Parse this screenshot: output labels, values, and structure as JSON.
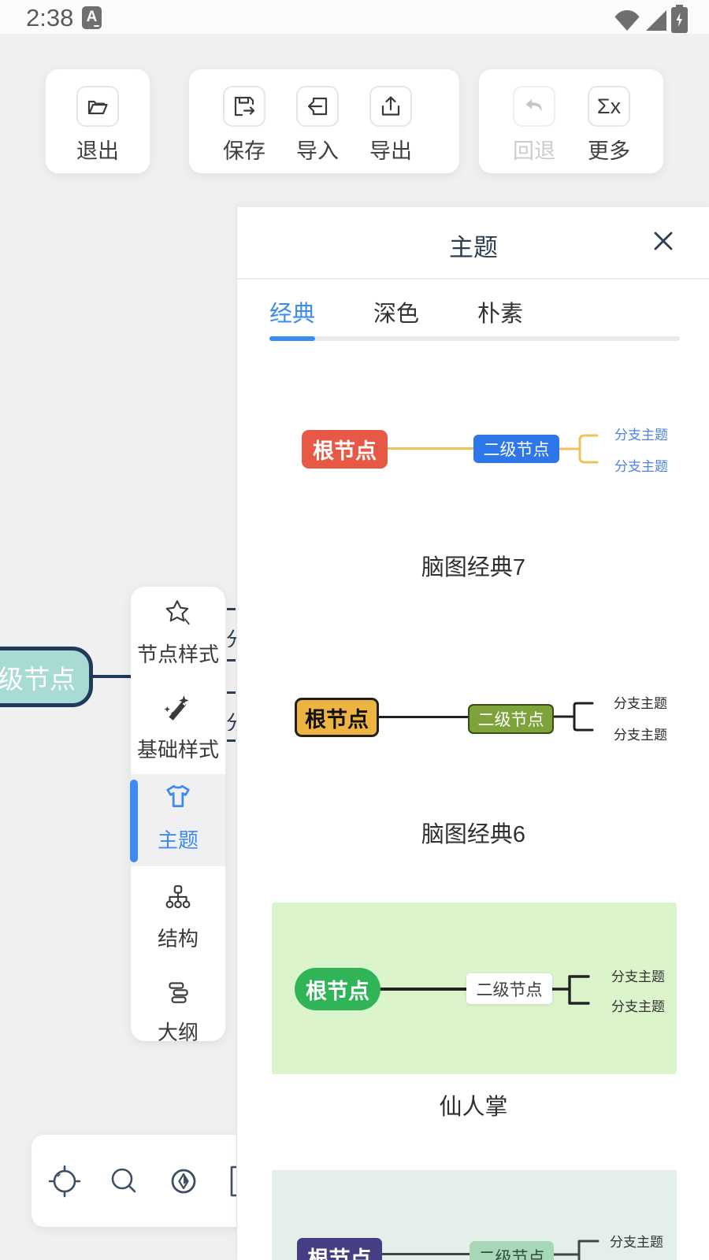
{
  "status_bar": {
    "time": "2:38",
    "app_badge": "A"
  },
  "top_toolbar": {
    "exit": {
      "label": "退出"
    },
    "save": {
      "label": "保存"
    },
    "import": {
      "label": "导入"
    },
    "export": {
      "label": "导出"
    },
    "undo": {
      "label": "回退",
      "disabled": true
    },
    "more": {
      "label": "更多",
      "icon_text": "Σx"
    }
  },
  "canvas": {
    "node_label": "二级节点",
    "clipped_branch_char": "分"
  },
  "side_menu": {
    "accent_color": "#3d8bf0",
    "items": [
      {
        "label": "节点样式",
        "selected": false
      },
      {
        "label": "基础样式",
        "selected": false
      },
      {
        "label": "主题",
        "selected": true
      },
      {
        "label": "结构",
        "selected": false
      },
      {
        "label": "大纲",
        "selected": false
      }
    ]
  },
  "bottom_toolbar": {
    "icons": [
      "locate",
      "search",
      "compass",
      "fit-screen"
    ]
  },
  "theme_panel": {
    "title": "主题",
    "tabs": [
      {
        "label": "经典",
        "active": true
      },
      {
        "label": "深色",
        "active": false
      },
      {
        "label": "朴素",
        "active": false
      }
    ],
    "active_tab_color": "#3d8bf0",
    "preview_labels": {
      "root": "根节点",
      "secondary": "二级节点",
      "branch": "分支主题"
    },
    "themes": [
      {
        "name": "脑图经典7",
        "root_color": "#e85945",
        "secondary_color": "#2e77e8",
        "connector_color": "#eec35b",
        "branch_text_color": "#4d82e0",
        "background": "#ffffff"
      },
      {
        "name": "脑图经典6",
        "root_color": "#eeb441",
        "secondary_color": "#7fa33b",
        "connector_color": "#1f1f1f",
        "branch_text_color": "#2a2a2a",
        "background": "#ffffff"
      },
      {
        "name": "仙人掌",
        "root_color": "#2fb457",
        "secondary_color": "#ffffff",
        "connector_color": "#222222",
        "branch_text_color": "#333333",
        "background": "#dcf4cc"
      },
      {
        "name": "",
        "root_color": "#453e82",
        "secondary_color": "#a6d7b6",
        "connector_color": "#444444",
        "branch_text_color": "#333333",
        "background": "#e3efe8"
      }
    ]
  }
}
